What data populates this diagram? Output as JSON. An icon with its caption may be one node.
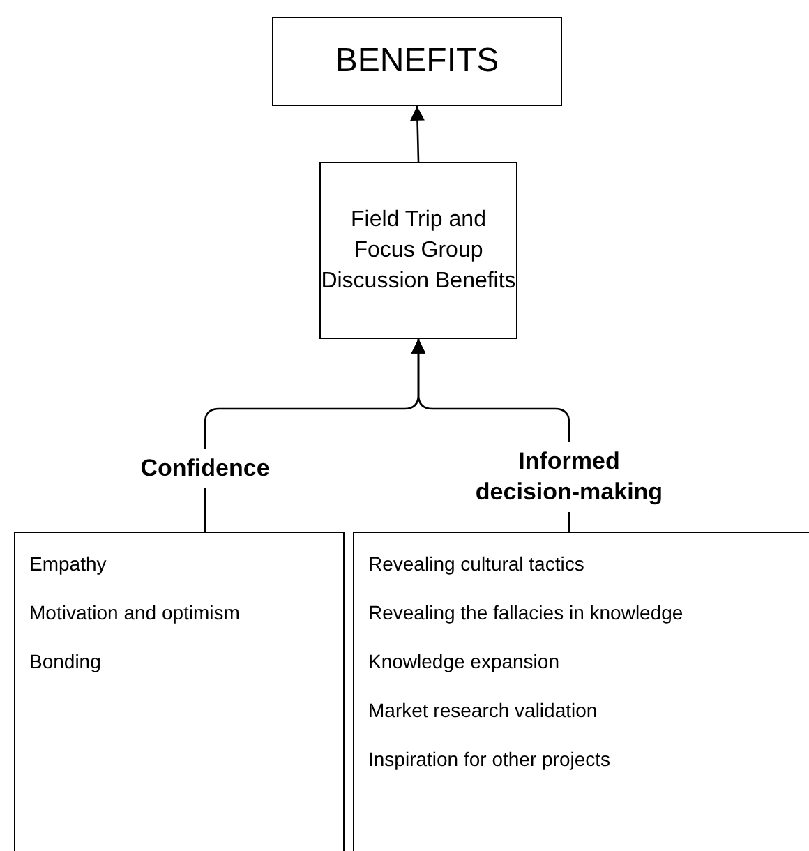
{
  "diagram": {
    "nodes": [
      {
        "text": [
          "BENEFITS"
        ]
      },
      {
        "text": [
          "Field Trip and Focus Group Discussion Benefits"
        ]
      },
      {
        "text": [
          "Confidence"
        ]
      },
      {
        "text": [
          "Informed decision-making"
        ]
      },
      {
        "text": [
          "Empathy",
          "Motivation and optimism",
          "Bonding"
        ]
      },
      {
        "text": [
          "Revealing cultural tactics",
          "Revealing the fallacies in knowledge",
          "Knowledge expansion",
          "Market research validation",
          "Inspiration for other projects"
        ]
      }
    ],
    "edges": [
      {
        "from": 1,
        "to": 0,
        "arrow": "to"
      },
      {
        "from": 2,
        "to": 1,
        "arrow": "to"
      },
      {
        "from": 3,
        "to": 1,
        "arrow": "to"
      },
      {
        "from": 4,
        "to": 2,
        "arrow": "none"
      },
      {
        "from": 5,
        "to": 3,
        "arrow": "none"
      }
    ]
  }
}
